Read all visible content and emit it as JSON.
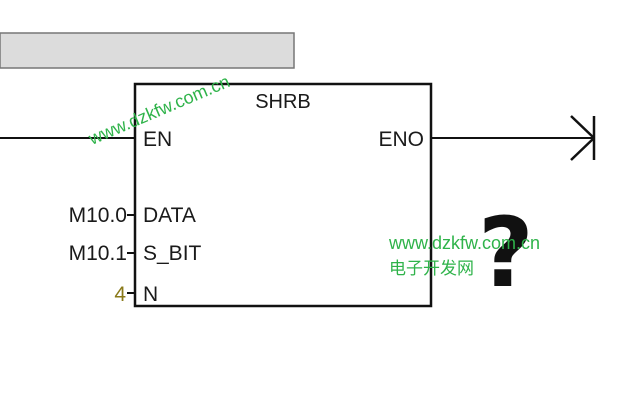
{
  "block": {
    "title": "SHRB",
    "inputs": {
      "en": "EN",
      "data": "DATA",
      "s_bit": "S_BIT",
      "n": "N"
    },
    "outputs": {
      "eno": "ENO"
    }
  },
  "operands": {
    "data": "M10.0",
    "s_bit": "M10.1",
    "n": "4"
  },
  "overlay": {
    "question_mark": "?",
    "watermark_diagonal": "www.dzkfw.com.cn",
    "watermark_url": "www.dzkfw.com.cn",
    "watermark_cn": "电子开发网"
  },
  "colors": {
    "line": "#111111",
    "watermark": "#2fb34a",
    "param_value": "#8a7a1a",
    "bar_fill": "#dcdcdc"
  }
}
